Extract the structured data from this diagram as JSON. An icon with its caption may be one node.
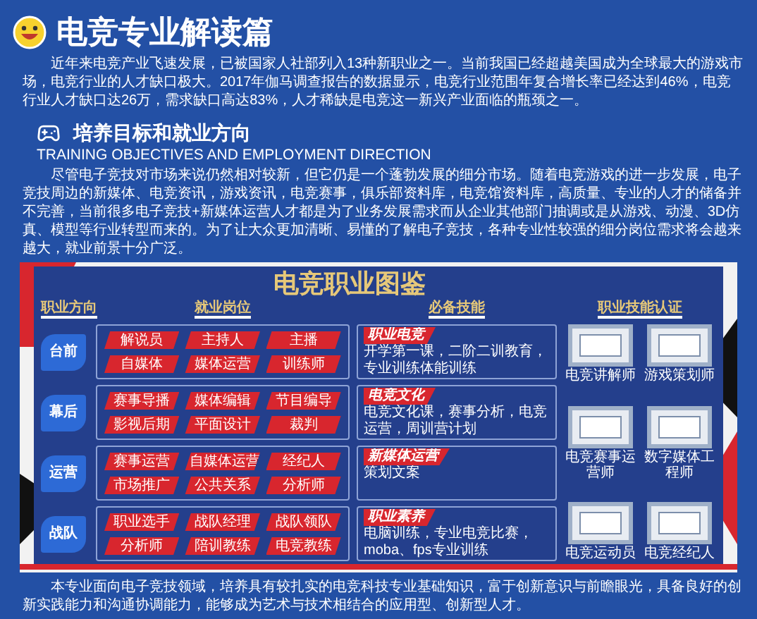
{
  "diagram": {
    "title": "电竞专业解读篇",
    "nodes": [
      {
        "text": [
          "电竞职业图鉴"
        ]
      },
      {
        "text": [
          "台前"
        ],
        "in": 0
      },
      {
        "text": [
          "幕后"
        ],
        "in": 0
      },
      {
        "text": [
          "运营"
        ],
        "in": 0
      },
      {
        "text": [
          "战队"
        ],
        "in": 0
      },
      {
        "text": [],
        "shape": "box",
        "in": 0
      },
      {
        "text": [],
        "shape": "box",
        "in": 0
      },
      {
        "text": [],
        "shape": "box",
        "in": 0
      },
      {
        "text": [],
        "shape": "box",
        "in": 0
      },
      {
        "text": [
          "解说员"
        ],
        "in": 5
      },
      {
        "text": [
          "主持人"
        ],
        "in": 5
      },
      {
        "text": [
          "主播"
        ],
        "in": 5
      },
      {
        "text": [
          "自媒体"
        ],
        "in": 5
      },
      {
        "text": [
          "媒体运营"
        ],
        "in": 5
      },
      {
        "text": [
          "训练师"
        ],
        "in": 5
      },
      {
        "text": [
          "赛事导播"
        ],
        "in": 6
      },
      {
        "text": [
          "媒体编辑"
        ],
        "in": 6
      },
      {
        "text": [
          "节目编导"
        ],
        "in": 6
      },
      {
        "text": [
          "影视后期"
        ],
        "in": 6
      },
      {
        "text": [
          "平面设计"
        ],
        "in": 6
      },
      {
        "text": [
          "裁判"
        ],
        "in": 6
      },
      {
        "text": [
          "赛事运营"
        ],
        "in": 7
      },
      {
        "text": [
          "自媒体运营"
        ],
        "in": 7
      },
      {
        "text": [
          "经纪人"
        ],
        "in": 7
      },
      {
        "text": [
          "市场推广"
        ],
        "in": 7
      },
      {
        "text": [
          "公共关系"
        ],
        "in": 7
      },
      {
        "text": [
          "分析师"
        ],
        "in": 7
      },
      {
        "text": [
          "职业选手"
        ],
        "in": 8
      },
      {
        "text": [
          "战队经理"
        ],
        "in": 8
      },
      {
        "text": [
          "战队领队"
        ],
        "in": 8
      },
      {
        "text": [
          "分析师"
        ],
        "in": 8
      },
      {
        "text": [
          "陪训教练"
        ],
        "in": 8
      },
      {
        "text": [
          "电竞教练"
        ],
        "in": 8
      },
      {
        "text": [
          "职业电竞",
          "开学第一课，二阶二训教育，专业训练体能训练"
        ],
        "in": 0
      },
      {
        "text": [
          "电竞文化",
          "电竞文化课，赛事分析，电竞运营，周训营计划"
        ],
        "in": 0
      },
      {
        "text": [
          "新媒体运营",
          "策划文案"
        ],
        "in": 0
      },
      {
        "text": [
          "职业素养",
          "电脑训练，专业电竞比赛，moba、fps专业训练"
        ],
        "in": 0
      },
      {
        "text": [],
        "shape": "picture",
        "in": 0,
        "beside": [
          "电竞讲解师"
        ]
      },
      {
        "text": [],
        "shape": "picture",
        "in": 0,
        "beside": [
          "游戏策划师"
        ]
      },
      {
        "text": [],
        "shape": "picture",
        "in": 0,
        "beside": [
          "电竞赛事运营师"
        ]
      },
      {
        "text": [],
        "shape": "picture",
        "in": 0,
        "beside": [
          "数字媒体工程师"
        ]
      },
      {
        "text": [],
        "shape": "picture",
        "in": 0,
        "beside": [
          "电竞运动员"
        ]
      },
      {
        "text": [],
        "shape": "picture",
        "in": 0,
        "beside": [
          "电竞经纪人"
        ]
      }
    ],
    "labels": [
      "近年来电竞产业飞速发展，已被国家人社部列入13种新职业之一。当前我国已经超越美国成为全球最大的游戏市场，电竞行业的人才缺口极大。2017年伽马调查报告的数据显示，电竞行业范围年复合增长率已经达到46%，电竞行业人才缺口达26万，需求缺口高达83%，人才稀缺是电竞这一新兴产业面临的瓶颈之一。",
      "培养目标和就业方向",
      "TRAINING OBJECTIVES AND EMPLOYMENT DIRECTION",
      "尽管电子竞技对市场来说仍然相对较新，但它仍是一个蓬勃发展的细分市场。随着电竞游戏的进一步发展，电子竞技周边的新媒体、电竞资讯，游戏资讯，电竞赛事，俱乐部资料库，电竞馆资料库，高质量、专业的人才的储备并不完善，当前很多电子竞技+新媒体运营人才都是为了业务发展需求而从企业其他部门抽调或是从游戏、动漫、3D仿真、模型等行业转型而来的。为了让大众更加清晰、易懂的了解电子竞技，各种专业性较强的细分岗位需求将会越来越大，就业前景十分广泛。",
      "职业方向",
      "就业岗位",
      "必备技能",
      "职业技能认证",
      "本专业面向电子竞技领域，培养具有较扎实的电竞科技专业基础知识，富于创新意识与前瞻眼光，具备良好的创新实践能力和沟通协调能力，能够成为艺术与技术相结合的应用型、创新型人才。"
    ]
  }
}
